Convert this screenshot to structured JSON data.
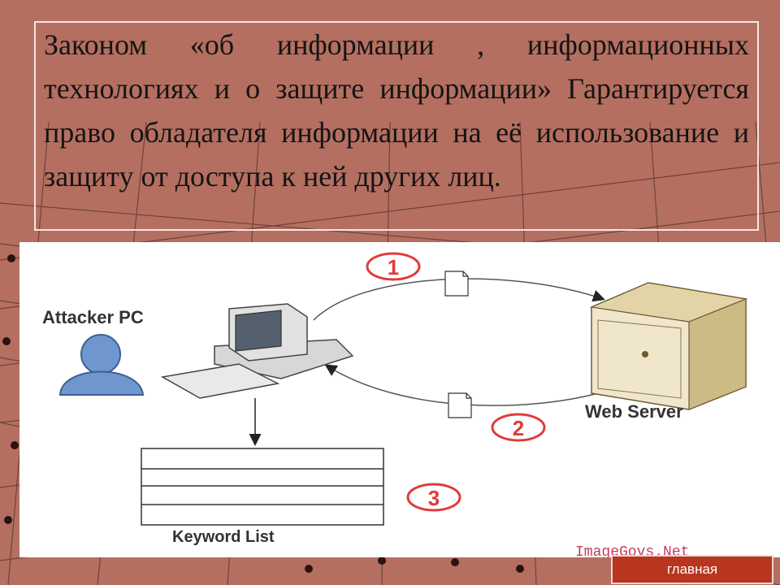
{
  "slide": {
    "text": "Законом «об информации , информационных технологиях и о защите информации» Гарантируется право обладателя информации на её использование и защиту от доступа к ней других лиц."
  },
  "diagram": {
    "attacker_label": "Attacker PC",
    "server_label": "Web Server",
    "list_label": "Keyword List",
    "step_1": "1",
    "step_2": "2",
    "step_3": "3",
    "watermark": "ImageGovs.Net"
  },
  "nav": {
    "main_label": "главная"
  },
  "colors": {
    "background": "#b46f61",
    "step_circle": "#e23a3a",
    "button": "#b8351f"
  }
}
